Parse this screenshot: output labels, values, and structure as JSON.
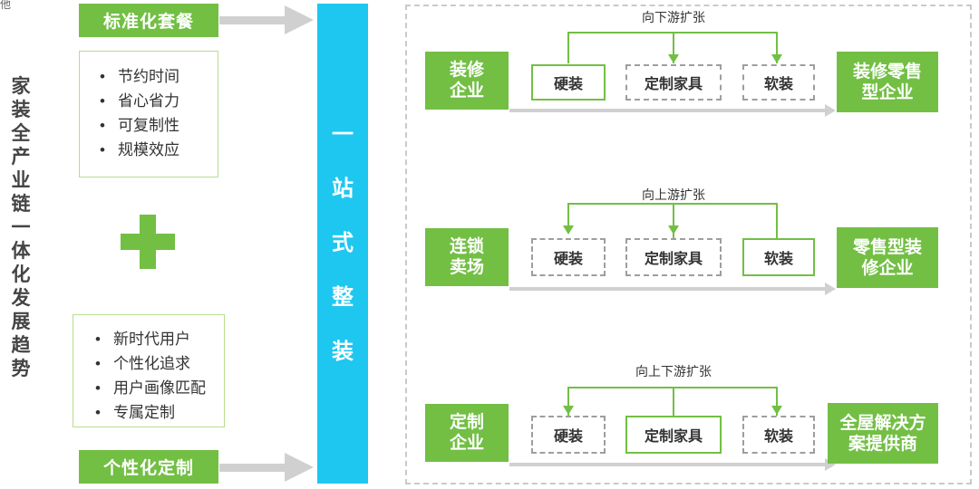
{
  "corner_text": "他",
  "left": {
    "top_banner": "标准化套餐",
    "top_bullets": [
      "节约时间",
      "省心省力",
      "可复制性",
      "规模效应"
    ],
    "bottom_bullets": [
      "新时代用户",
      "个性化追求",
      "用户画像匹配",
      "专属定制"
    ],
    "bottom_banner": "个性化定制"
  },
  "vertical_title": "家装全产业链一体化发展趋势",
  "center_column": "一站式整装",
  "rows": [
    {
      "source": "装修企业",
      "flow_label": "向下游扩张",
      "nodes": [
        {
          "label": "硬装",
          "style": "solid"
        },
        {
          "label": "定制家具",
          "style": "dashed"
        },
        {
          "label": "软装",
          "style": "dashed"
        }
      ],
      "target": "装修零售型企业"
    },
    {
      "source": "连锁卖场",
      "flow_label": "向上游扩张",
      "nodes": [
        {
          "label": "硬装",
          "style": "dashed"
        },
        {
          "label": "定制家具",
          "style": "dashed"
        },
        {
          "label": "软装",
          "style": "solid"
        }
      ],
      "target": "零售型装修企业"
    },
    {
      "source": "定制企业",
      "flow_label": "向上下游扩张",
      "nodes": [
        {
          "label": "硬装",
          "style": "dashed"
        },
        {
          "label": "定制家具",
          "style": "solid"
        },
        {
          "label": "软装",
          "style": "dashed"
        }
      ],
      "target": "全屋解决方案提供商"
    }
  ],
  "colors": {
    "green": "#72bf44",
    "blue": "#1ec7ef",
    "gray_arrow": "#d0d0d0"
  }
}
